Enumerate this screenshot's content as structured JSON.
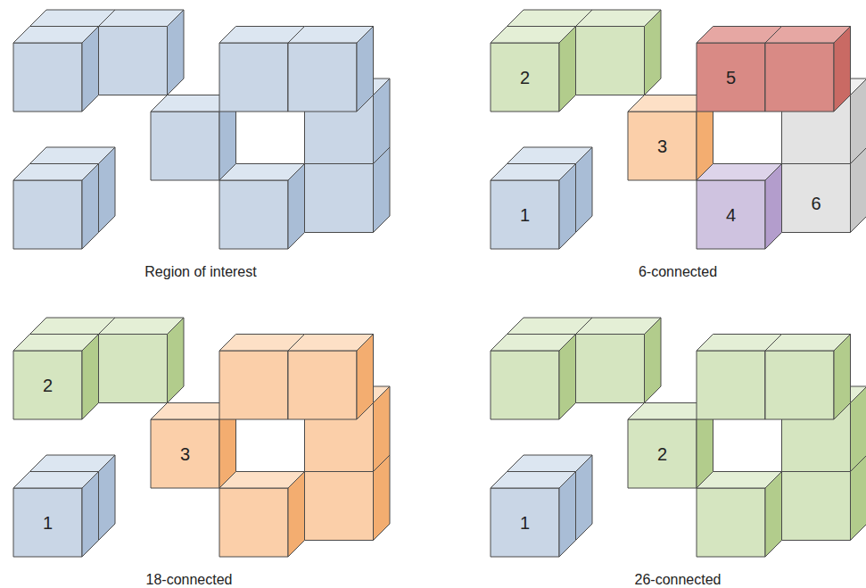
{
  "diagram": {
    "labels": [
      "Region of interest",
      "2",
      "5",
      "3",
      "1",
      "4",
      "6",
      "6-connected",
      "2",
      "3",
      "1",
      "18-connected",
      "2",
      "1",
      "26-connected"
    ]
  }
}
